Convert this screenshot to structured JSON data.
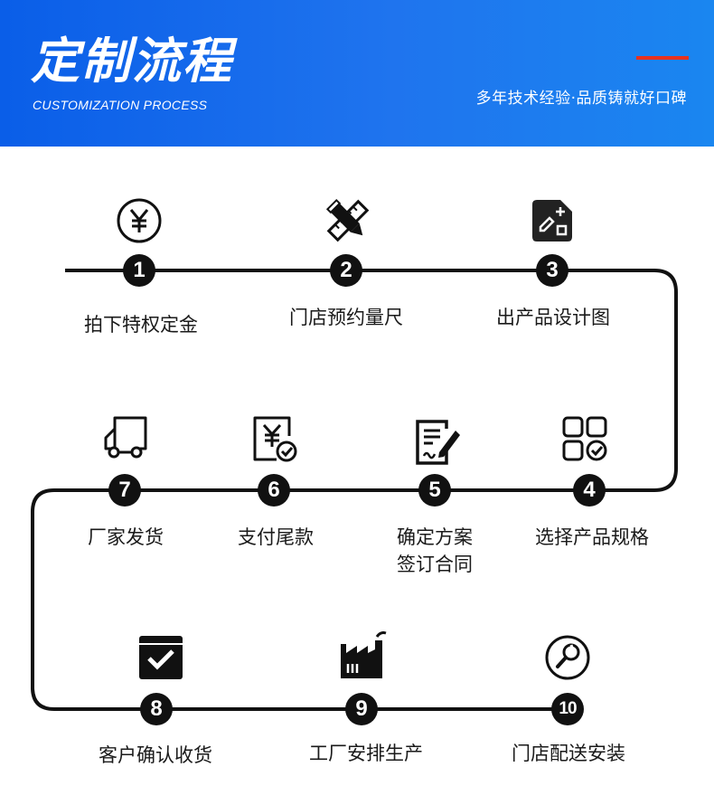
{
  "header": {
    "title": "定制流程",
    "subtitle": "CUSTOMIZATION PROCESS",
    "slogan": "多年技术经验·品质铸就好口碑",
    "accent_color": "#e8321e",
    "background_color": "#0a5ee8"
  },
  "steps": [
    {
      "num": "1",
      "label": "拍下特权定金",
      "icon": "yuan-coin-icon"
    },
    {
      "num": "2",
      "label": "门店预约量尺",
      "icon": "pencil-ruler-icon"
    },
    {
      "num": "3",
      "label": "出产品设计图",
      "icon": "design-document-icon"
    },
    {
      "num": "4",
      "label": "选择产品规格",
      "icon": "grid-check-icon"
    },
    {
      "num": "5",
      "label": "确定方案",
      "label2": "签订合同",
      "icon": "contract-sign-icon"
    },
    {
      "num": "6",
      "label": "支付尾款",
      "icon": "yuan-receipt-check-icon"
    },
    {
      "num": "7",
      "label": "厂家发货",
      "icon": "delivery-truck-icon"
    },
    {
      "num": "8",
      "label": "客户确认收货",
      "icon": "box-check-icon"
    },
    {
      "num": "9",
      "label": "工厂安排生产",
      "icon": "factory-icon"
    },
    {
      "num": "10",
      "label": "门店配送安装",
      "icon": "wrench-circle-icon"
    }
  ]
}
